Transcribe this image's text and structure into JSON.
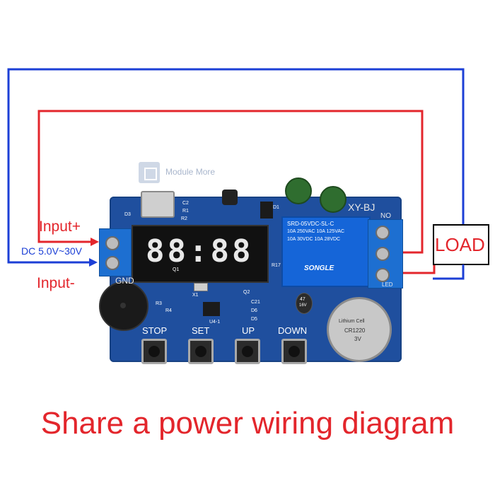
{
  "watermark": {
    "text": "Module More"
  },
  "input_plus": "Input+",
  "input_voltage": "DC 5.0V~30V",
  "input_minus": "Input-",
  "load_label": "LOAD",
  "caption": "Share a power wiring diagram",
  "wire_colors": {
    "positive": "#e3262c",
    "negative": "#1c3fd6"
  },
  "board": {
    "model": "XY-BJ",
    "no_label": "NO",
    "gnd_label": "GND",
    "led_label": "LED",
    "buttons": [
      "STOP",
      "SET",
      "UP",
      "DOWN"
    ],
    "display_digits": "88:88",
    "relay": {
      "line1": "SRD-05VDC-SL-C",
      "line2": "10A 250VAC  10A 125VAC",
      "line3": "10A 30VDC  10A 28VDC",
      "brand": "SONGLE"
    },
    "capacitor": {
      "line1": "47",
      "line2": "16V"
    },
    "battery": {
      "line1": "Lithium Cell",
      "line2": "CR1220",
      "line3": "3V"
    },
    "silkscreen": [
      "D3",
      "C2",
      "R1",
      "R2",
      "Q1",
      "X1",
      "R3",
      "R4",
      "U4-1",
      "C21",
      "D6",
      "D5",
      "Q2",
      "R17",
      "D1"
    ]
  }
}
